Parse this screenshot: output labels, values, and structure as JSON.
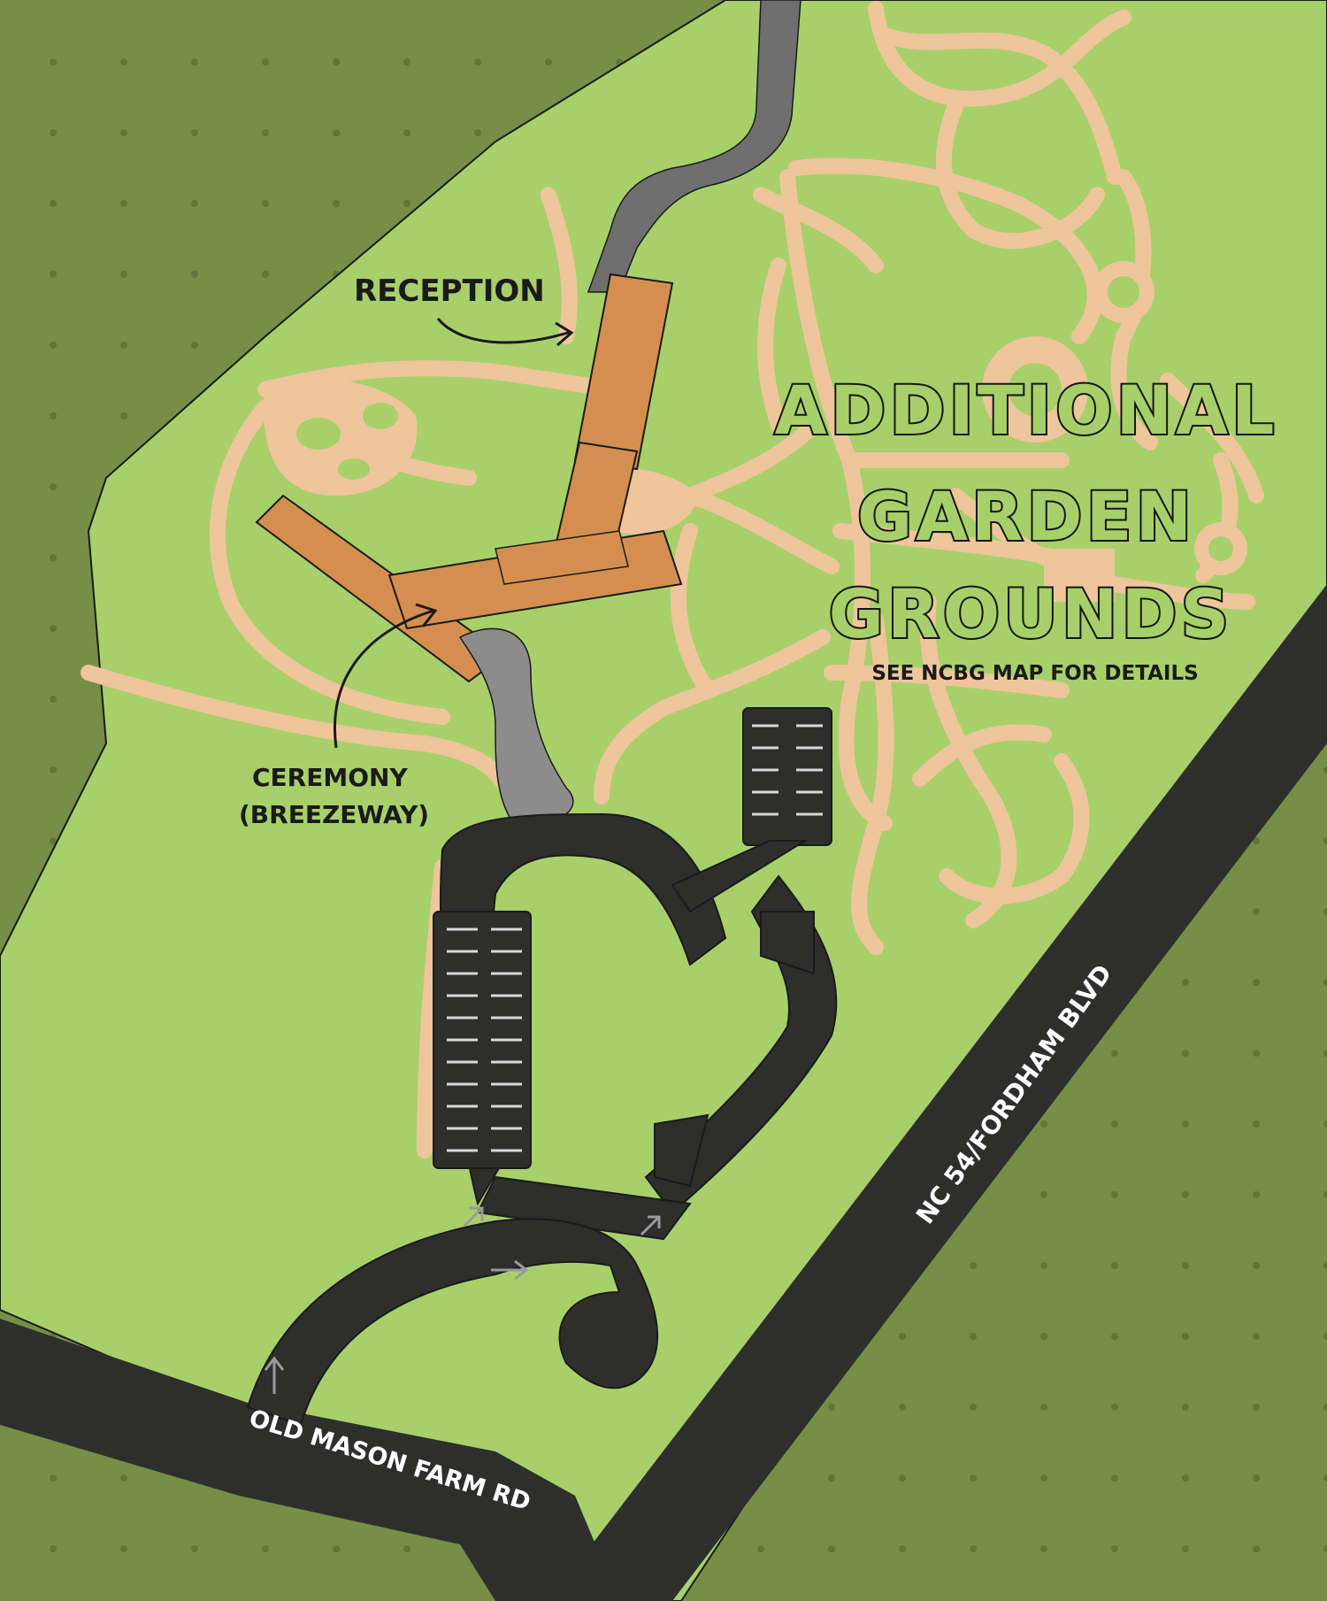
{
  "labels": {
    "reception": "RECEPTION",
    "ceremony_line1": "CEREMONY",
    "ceremony_line2": "(BREEZEWAY)",
    "additional_line1": "ADDITIONAL",
    "additional_line2": "GARDEN",
    "additional_line3": "GROUNDS",
    "see_map": "SEE NCBG MAP FOR DETAILS"
  },
  "roads": {
    "old_mason_farm": "OLD MASON FARM RD",
    "nc54": "NC 54/FORDHAM BLVD"
  },
  "colors": {
    "outer_green": "#758f46",
    "inner_green": "#a7d06a",
    "paths": "#efc59c",
    "buildings": "#d48f50",
    "asphalt": "#2e2f2d",
    "driveway_gray": "#8c8c8c",
    "service_road": "#6f6f6f"
  }
}
